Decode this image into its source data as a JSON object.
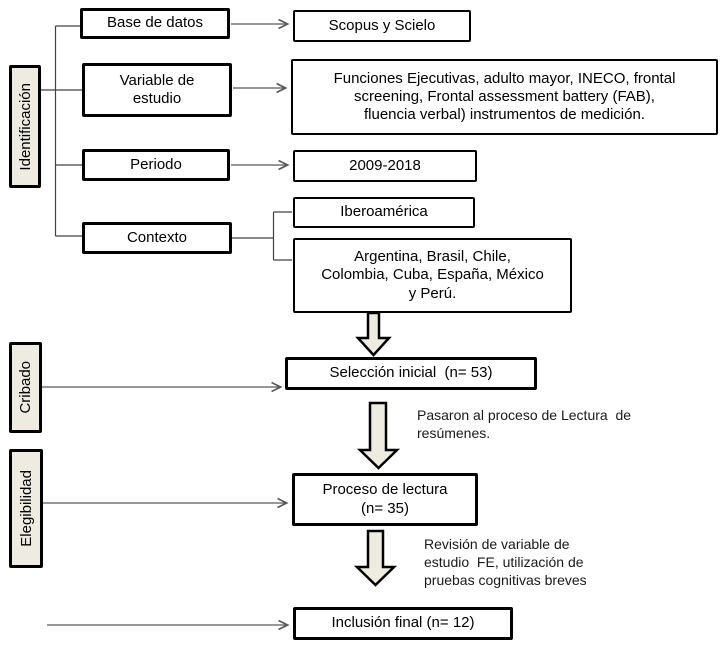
{
  "stages": {
    "identificacion": "Identificación",
    "cribado": "Cribado",
    "elegibilidad": "Elegibilidad"
  },
  "boxes": {
    "base_datos": "Base de datos",
    "scopus": "Scopus y Scielo",
    "variable": "Variable de\nestudio",
    "keywords": "Funciones Ejecutivas, adulto mayor, INECO, frontal\nscreening, Frontal assessment battery (FAB),\nfluencia verbal) instrumentos de medición.",
    "periodo": "Periodo",
    "periodo_valor": "2009-2018",
    "contexto": "Contexto",
    "iberoamerica": "Iberoamérica",
    "paises": "Argentina, Brasil, Chile,\nColombia, Cuba, España, México\ny Perú.",
    "seleccion": "Selección inicial  (n= 53)",
    "proceso": "Proceso de lectura\n(n= 35)",
    "inclusion": "Inclusión final (n= 12)"
  },
  "annotations": {
    "pasaron": "Pasaron al proceso de Lectura  de\nresúmenes.",
    "revision": "Revisión de variable de\nestudio  FE, utilización de\npruebas cognitivas breves"
  },
  "colors": {
    "stage_fill": "#EEECE1",
    "box_border": "#000000",
    "connector": "#595959"
  }
}
